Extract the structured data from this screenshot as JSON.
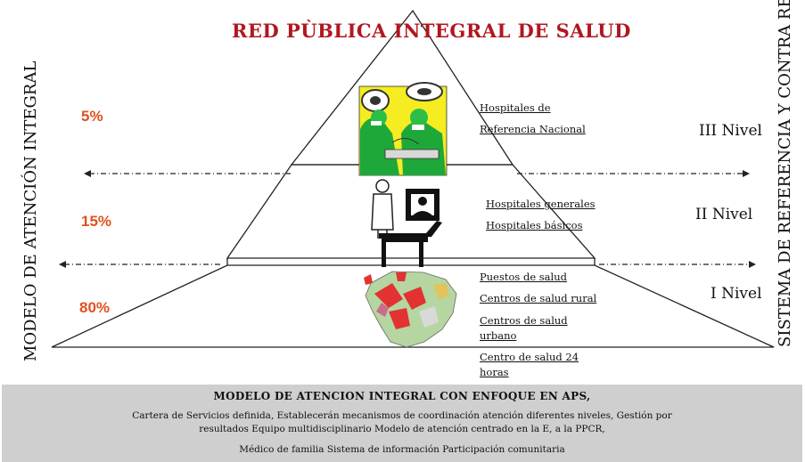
{
  "title": "RED PÙBLICA INTEGRAL DE SALUD",
  "left_axis_label": "MODELO DE ATENCIÓN INTEGRAL",
  "right_axis_label": "SISTEMA DE REFERENCIA Y CONTRA REFEREN",
  "levels": [
    {
      "percent": "5%",
      "name": "III Nivel",
      "items": [
        "Hospitales de",
        "Referencia Nacional"
      ]
    },
    {
      "percent": "15%",
      "name": "II Nivel",
      "items": [
        "Hospitales generales",
        "Hospitales básicos"
      ]
    },
    {
      "percent": "80%",
      "name": "I Nivel",
      "items": [
        "Puestos de salud",
        "Centros de salud rural",
        "Centros de salud",
        "urbano",
        "Centro de salud 24",
        "horas"
      ]
    }
  ],
  "bottom": {
    "title": "MODELO DE ATENCION INTEGRAL  CON ENFOQUE EN APS,",
    "line1": "Cartera de Servicios definida, Establecerán mecanismos de coordinación atención diferentes niveles,   Gestión por",
    "line2": "resultados     Equipo multidisciplinario  Modelo de atención centrado en la E, a la PPCR,",
    "line3": "Médico de familia        Sistema de información     Participación comunitaria"
  },
  "colors": {
    "title": "#b0171f",
    "percent": "#e2501f",
    "bottom_bg": "#cfcfcf"
  },
  "icons": [
    "surgery-image",
    "doctor-bed-icon",
    "map-image"
  ]
}
